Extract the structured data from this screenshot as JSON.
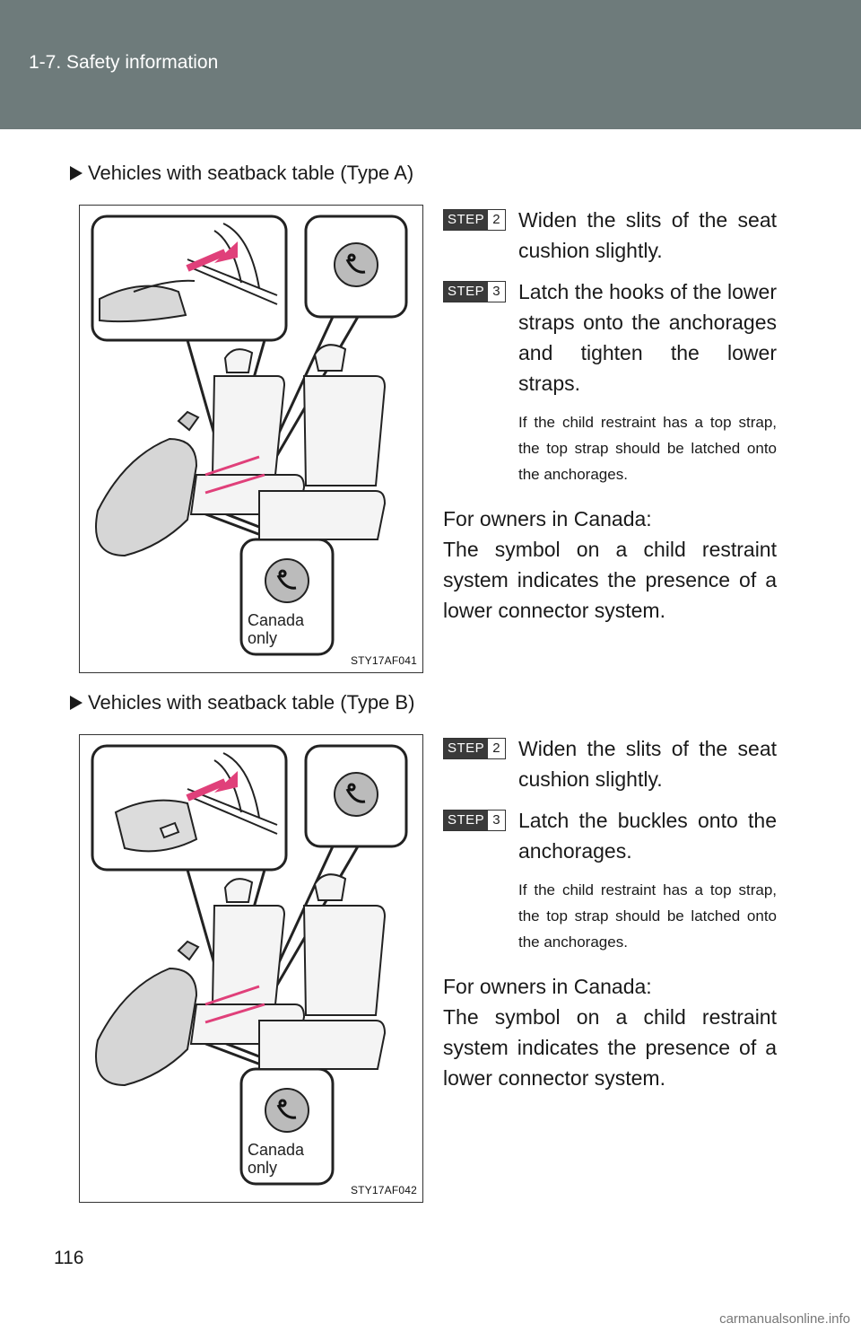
{
  "header": {
    "section_title": "1-7. Safety information"
  },
  "sections": [
    {
      "heading": "Vehicles with seatback table (Type A)",
      "figure_code": "STY17AF041",
      "canada_line1": "Canada",
      "canada_line2": "only",
      "steps": [
        {
          "badge_word": "STEP",
          "badge_number": "2",
          "text": "Widen the slits of the seat cushion slightly."
        },
        {
          "badge_word": "STEP",
          "badge_number": "3",
          "text": "Latch the hooks of the lower straps onto the anchorages and tighten the lower straps."
        }
      ],
      "note": "If the child restraint has a top strap, the top strap should be latched onto the anchorages.",
      "owners_line1": "For owners in Canada:",
      "owners_line2": "The symbol on a child restraint system indicates the presence of a lower connector system."
    },
    {
      "heading": "Vehicles with seatback table (Type B)",
      "figure_code": "STY17AF042",
      "canada_line1": "Canada",
      "canada_line2": "only",
      "steps": [
        {
          "badge_word": "STEP",
          "badge_number": "2",
          "text": "Widen the slits of the seat cushion slightly."
        },
        {
          "badge_word": "STEP",
          "badge_number": "3",
          "text": "Latch the buckles onto the anchorages."
        }
      ],
      "note": "If the child restraint has a top strap, the top strap should be latched onto the anchorages.",
      "owners_line1": "For owners in Canada:",
      "owners_line2": "The symbol on a child restraint system indicates the presence of a lower connector system."
    }
  ],
  "page_number": "116",
  "watermark": "carmanualsonline.info"
}
